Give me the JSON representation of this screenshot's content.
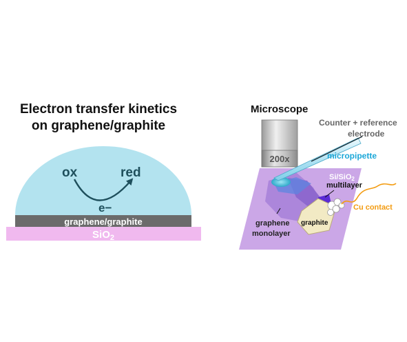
{
  "left": {
    "title_line1": "Electron transfer kinetics",
    "title_line2": "on graphene/graphite",
    "ox": "ox",
    "red": "red",
    "electron": "e−",
    "layer_label": "graphene/graphite",
    "substrate_label_main": "SiO",
    "substrate_label_sub": "2"
  },
  "right": {
    "microscope": "Microscope",
    "magnification": "200x",
    "counter_line1": "Counter + reference",
    "counter_line2": "electrode",
    "micropipette": "micropipette",
    "substrate_main": "Si/SiO",
    "substrate_sub": "2",
    "multilayer": "multilayer",
    "cu_contact": "Cu contact",
    "graphite": "graphite",
    "graphene_line1": "graphene",
    "graphene_line2": "monolayer"
  },
  "colors": {
    "droplet": "#b3e3ef",
    "arrow_text": "#1e4f5c",
    "graphene_layer": "#6b6b6b",
    "sio2": "#f0b9ef",
    "substrate": "#c8a2e6",
    "pipette_label": "#1aa7d8",
    "cu_contact": "#f39c12",
    "multilayer": "#5b2bd6"
  }
}
